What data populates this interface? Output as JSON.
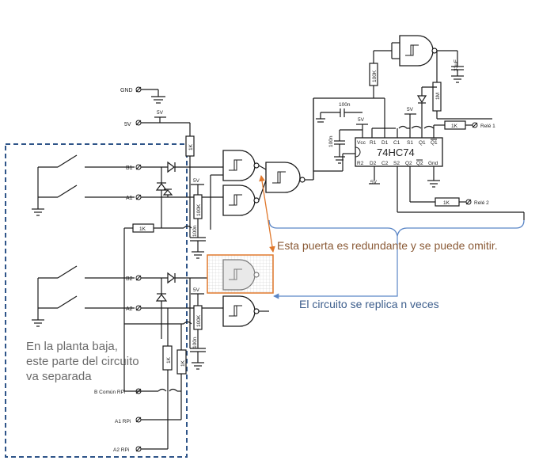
{
  "pins": {
    "gnd": "GND",
    "v5": "5V",
    "b1": "B1",
    "a1": "A1",
    "b2": "B2",
    "a2": "A2",
    "b_comun": "B Común RPi",
    "a1_rpi": "A1 RPi",
    "a2_rpi": "A2 RPi",
    "rele1": "Relé 1",
    "rele2": "Relé 2"
  },
  "components": {
    "r_5v_top": "5V",
    "r_1k_vertical": "1K",
    "r_1k_horizontal": "1K",
    "r_100k_1": "100K",
    "r_100k_2": "100K",
    "r_100k_top": "100K",
    "r_1m": "1M",
    "c_33uf": "33uF",
    "c_100n_1": "100n",
    "c_100n_2": "100n",
    "c_100n_3": "100n",
    "c_100n_4": "100n",
    "r_1k_rele1": "1K",
    "r_1k_rele2": "1K",
    "r_1k_v1": "1K",
    "r_1k_v2": "1K",
    "v5_a": "5V",
    "v5_b": "5V",
    "v5_c": "5V",
    "v5_d": "5V",
    "v5_e": "5V"
  },
  "chip": {
    "name": "74HC74",
    "top_pins": [
      "Vcc",
      "R1",
      "D1",
      "C1",
      "S1",
      "Q1",
      "Q1"
    ],
    "bottom_pins": [
      "R2",
      "D2",
      "C2",
      "S2",
      "Q2",
      "Q2",
      "Gnd"
    ]
  },
  "notes": {
    "redundant": "Esta puerta es redundante y se puede omitir.",
    "replicated": "El circuito se replica n veces",
    "ground_floor_1": "En la planta baja,",
    "ground_floor_2": "este parte del circuito",
    "ground_floor_3": "va separada"
  },
  "colors": {
    "wire": "#1a1a1a",
    "dashed_box": "#2e5488",
    "orange": "#e0782c",
    "blue_brace": "#5b86c6",
    "note_gray": "#6b6b6b"
  }
}
